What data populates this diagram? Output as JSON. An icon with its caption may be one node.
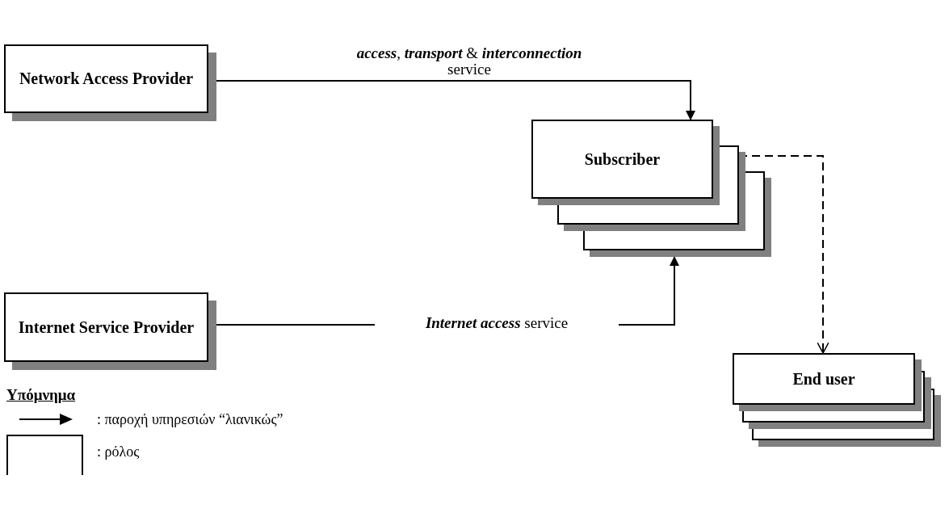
{
  "diagram": {
    "nodes": [
      {
        "text": [
          "Network Access Provider"
        ]
      },
      {
        "text": [
          "Subscriber"
        ]
      },
      {
        "text": [
          "Internet Service Provider"
        ]
      },
      {
        "text": [
          "End user"
        ]
      }
    ],
    "edges": [
      {
        "from": 0,
        "to": 1,
        "arrow": "to",
        "label": "**access**, **transport** & **interconnection**  service"
      },
      {
        "from": 2,
        "to": 1,
        "arrow": "to",
        "label": "**Internet access** service"
      },
      {
        "from": 1,
        "to": 3,
        "arrow": "to",
        "style": "dashed"
      }
    ],
    "labels": [
      "Υπόμνημα"
    ],
    "legend": [
      {
        "text": ": παροχή υπηρεσιών “λιανικώς”"
      },
      {
        "text": ": ρόλος"
      }
    ]
  }
}
